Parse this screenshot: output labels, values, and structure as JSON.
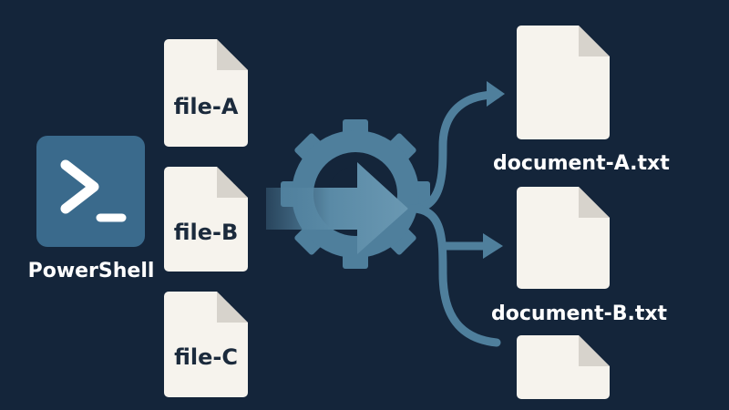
{
  "app": {
    "title": "PowerShell",
    "icon": "terminal-prompt-icon"
  },
  "input_files": [
    {
      "label": "file-A"
    },
    {
      "label": "file-B"
    },
    {
      "label": "file-C"
    }
  ],
  "process": {
    "icon": "gear-icon",
    "arrow": "right-arrow-icon"
  },
  "output_files": [
    {
      "label": "document-A.txt"
    },
    {
      "label": "document-B.txt"
    },
    {
      "label": ""
    }
  ],
  "colors": {
    "background": "#14253a",
    "tile": "#3a6a8c",
    "paper": "#f6f3ed",
    "fold": "#d7d3cc",
    "flow": "#4f7f9c",
    "text_light": "#ffffff",
    "text_dark": "#1b2a3c"
  }
}
